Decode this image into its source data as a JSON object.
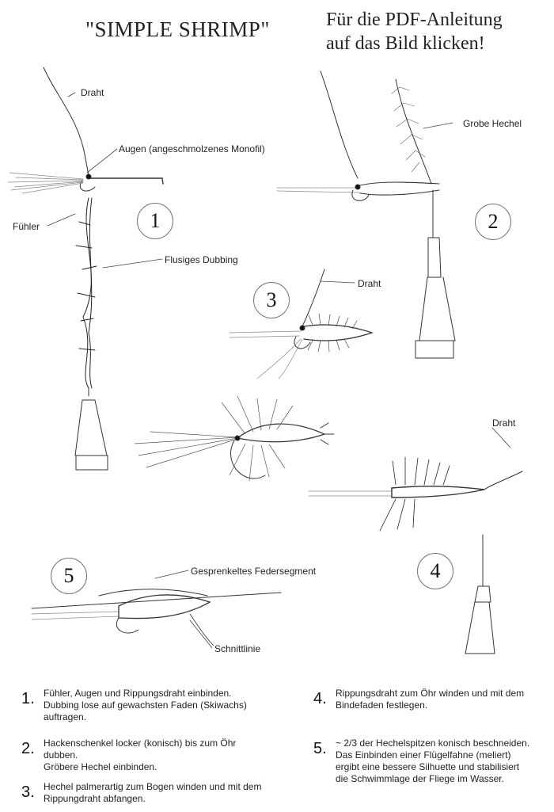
{
  "header": {
    "title": "\"SIMPLE SHRIMP\"",
    "link_lines": [
      "Für die PDF-Anleitung",
      "auf das Bild klicken!"
    ]
  },
  "labels": {
    "draht_1": "Draht",
    "augen": "Augen (angeschmolzenes Monofil)",
    "fuehler": "Fühler",
    "flusiges": "Flusiges Dubbing",
    "grobe_hechel": "Grobe Hechel",
    "draht_3": "Draht",
    "draht_4": "Draht",
    "federsegment": "Gesprenkeltes Federsegment",
    "schnittlinie": "Schnittlinie"
  },
  "figure_numbers": [
    "1",
    "2",
    "3",
    "4",
    "5"
  ],
  "steps": [
    {
      "num": "1.",
      "lines": [
        "Fühler, Augen und Rippungsdraht einbinden.",
        "Dubbing lose auf gewachsten Faden (Skiwachs)",
        "auftragen."
      ]
    },
    {
      "num": "2.",
      "lines": [
        "Hackenschenkel locker (konisch) bis zum Öhr dubben.",
        "Gröbere Hechel einbinden."
      ]
    },
    {
      "num": "3.",
      "lines": [
        "Hechel palmerartig zum Bogen winden und mit dem",
        "Rippungdraht abfangen."
      ]
    },
    {
      "num": "4.",
      "lines": [
        "Rippungsdraht zum Öhr winden und mit dem",
        "Bindefaden festlegen."
      ]
    },
    {
      "num": "5.",
      "lines": [
        "~ 2/3 der Hechelspitzen konisch beschneiden.",
        "Das Einbinden einer Flügelfahne (meliert)",
        "ergibt eine bessere Silhuette und stabilisiert",
        "die Schwimmlage der Fliege im Wasser."
      ]
    }
  ],
  "colors": {
    "ink": "#1a1a1a",
    "sketch": "#555555",
    "paper": "#ffffff"
  }
}
